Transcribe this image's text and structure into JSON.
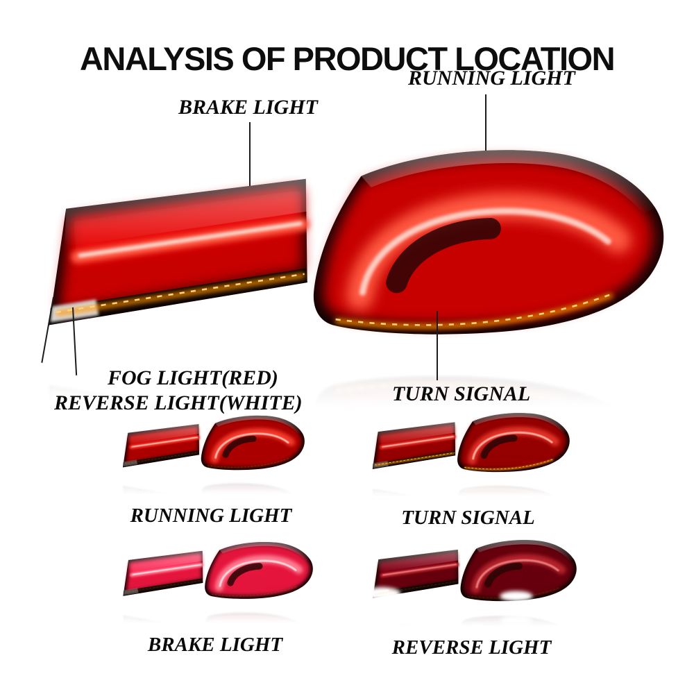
{
  "title": "ANALYSIS OF PRODUCT LOCATION",
  "hero": {
    "labels": {
      "running": "RUNNING LIGHT",
      "brake": "BRAKE LIGHT",
      "fog": "FOG LIGHT(RED)",
      "reverse": "REVERSE LIGHT(WHITE)",
      "turn": "TURN SIGNAL"
    }
  },
  "thumbnails": [
    {
      "caption": "RUNNING LIGHT"
    },
    {
      "caption": "TURN SIGNAL"
    },
    {
      "caption": "BRAKE LIGHT"
    },
    {
      "caption": "REVERSE LIGHT"
    }
  ],
  "colors": {
    "tail_light_red": "#d10000",
    "led_amber": "#ff9500",
    "reverse_white": "#ffffff",
    "text": "#0a0a0a",
    "background": "#ffffff"
  }
}
